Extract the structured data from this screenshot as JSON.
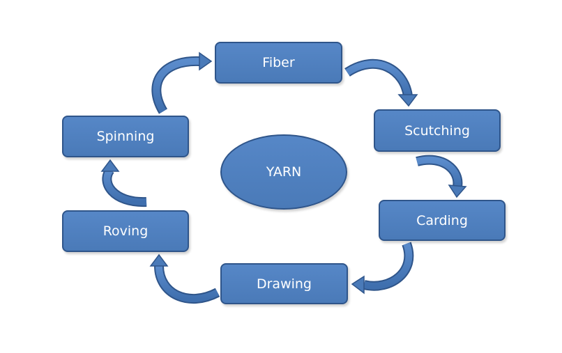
{
  "diagram": {
    "center": {
      "label": "YARN"
    },
    "nodes": {
      "fiber": "Fiber",
      "scutching": "Scutching",
      "carding": "Carding",
      "drawing": "Drawing",
      "roving": "Roving",
      "spinning": "Spinning"
    },
    "colors": {
      "node_fill": "#4f81bd",
      "node_border": "#2f558a",
      "text": "#ffffff"
    }
  }
}
